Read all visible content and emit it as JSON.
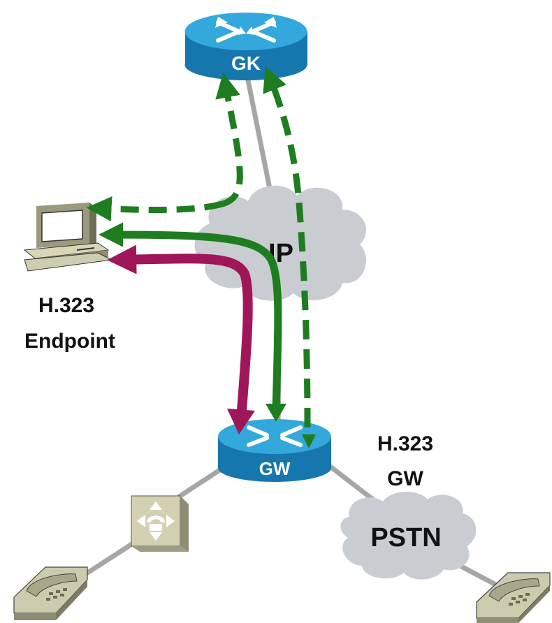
{
  "labels": {
    "gatekeeper": "GK",
    "gateway": "GW",
    "ip_cloud": "IP",
    "pstn_cloud": "PSTN",
    "endpoint_line1": "H.323",
    "endpoint_line2": "Endpoint",
    "gw_line1": "H.323",
    "gw_line2": "GW"
  },
  "colors": {
    "router_blue": "#1d8fc4",
    "router_top": "#33a8dc",
    "cloud_gray": "#c9cdd2",
    "link_gray": "#a6a6a6",
    "signaling_green": "#1e7d1e",
    "media_maroon": "#a0165a",
    "label_text": "#111111",
    "router_text": "#ffffff"
  },
  "icons": [
    "router-icon",
    "cloud-icon",
    "computer-icon",
    "pbx-icon",
    "phone-icon"
  ]
}
